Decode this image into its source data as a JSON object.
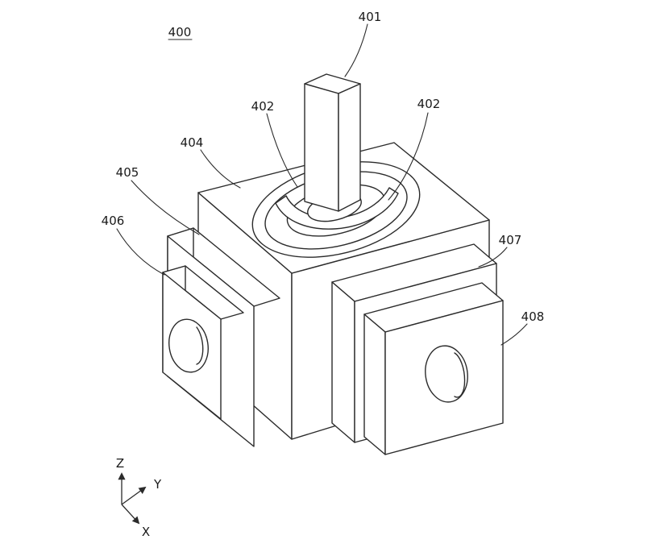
{
  "meta": {
    "background": "#ffffff",
    "line_color": "#2b2b2b",
    "label_color": "#1a1a1a"
  },
  "labels": {
    "fig": "400",
    "l401": "401",
    "l402a": "402",
    "l402b": "402",
    "l404": "404",
    "l405": "405",
    "l406": "406",
    "l407": "407",
    "l408": "408"
  },
  "axes": {
    "x": "X",
    "y": "Y",
    "z": "Z"
  }
}
